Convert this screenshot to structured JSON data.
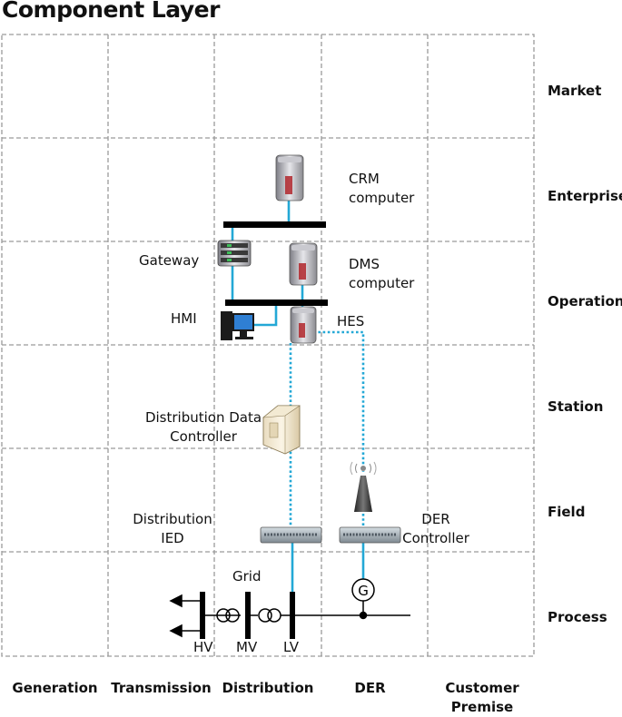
{
  "title": "Component Layer",
  "zones": [
    "Market",
    "Enterprise",
    "Operation",
    "Station",
    "Field",
    "Process"
  ],
  "domains": [
    "Generation",
    "Transmission",
    "Distribution",
    "DER",
    "Customer Premise"
  ],
  "components": {
    "crm": "CRM computer",
    "gateway": "Gateway",
    "dms": "DMS computer",
    "hmi": "HMI",
    "hes": "HES",
    "ddc": "Distribution Data Controller",
    "dist_ied": "Distribution IED",
    "der_controller": "DER Controller",
    "grid": "Grid",
    "hv": "HV",
    "mv": "MV",
    "lv": "LV",
    "generator": "G"
  },
  "colors": {
    "link": "#23a8d6",
    "grid_line": "#9a9a9a",
    "bus": "#000000"
  }
}
